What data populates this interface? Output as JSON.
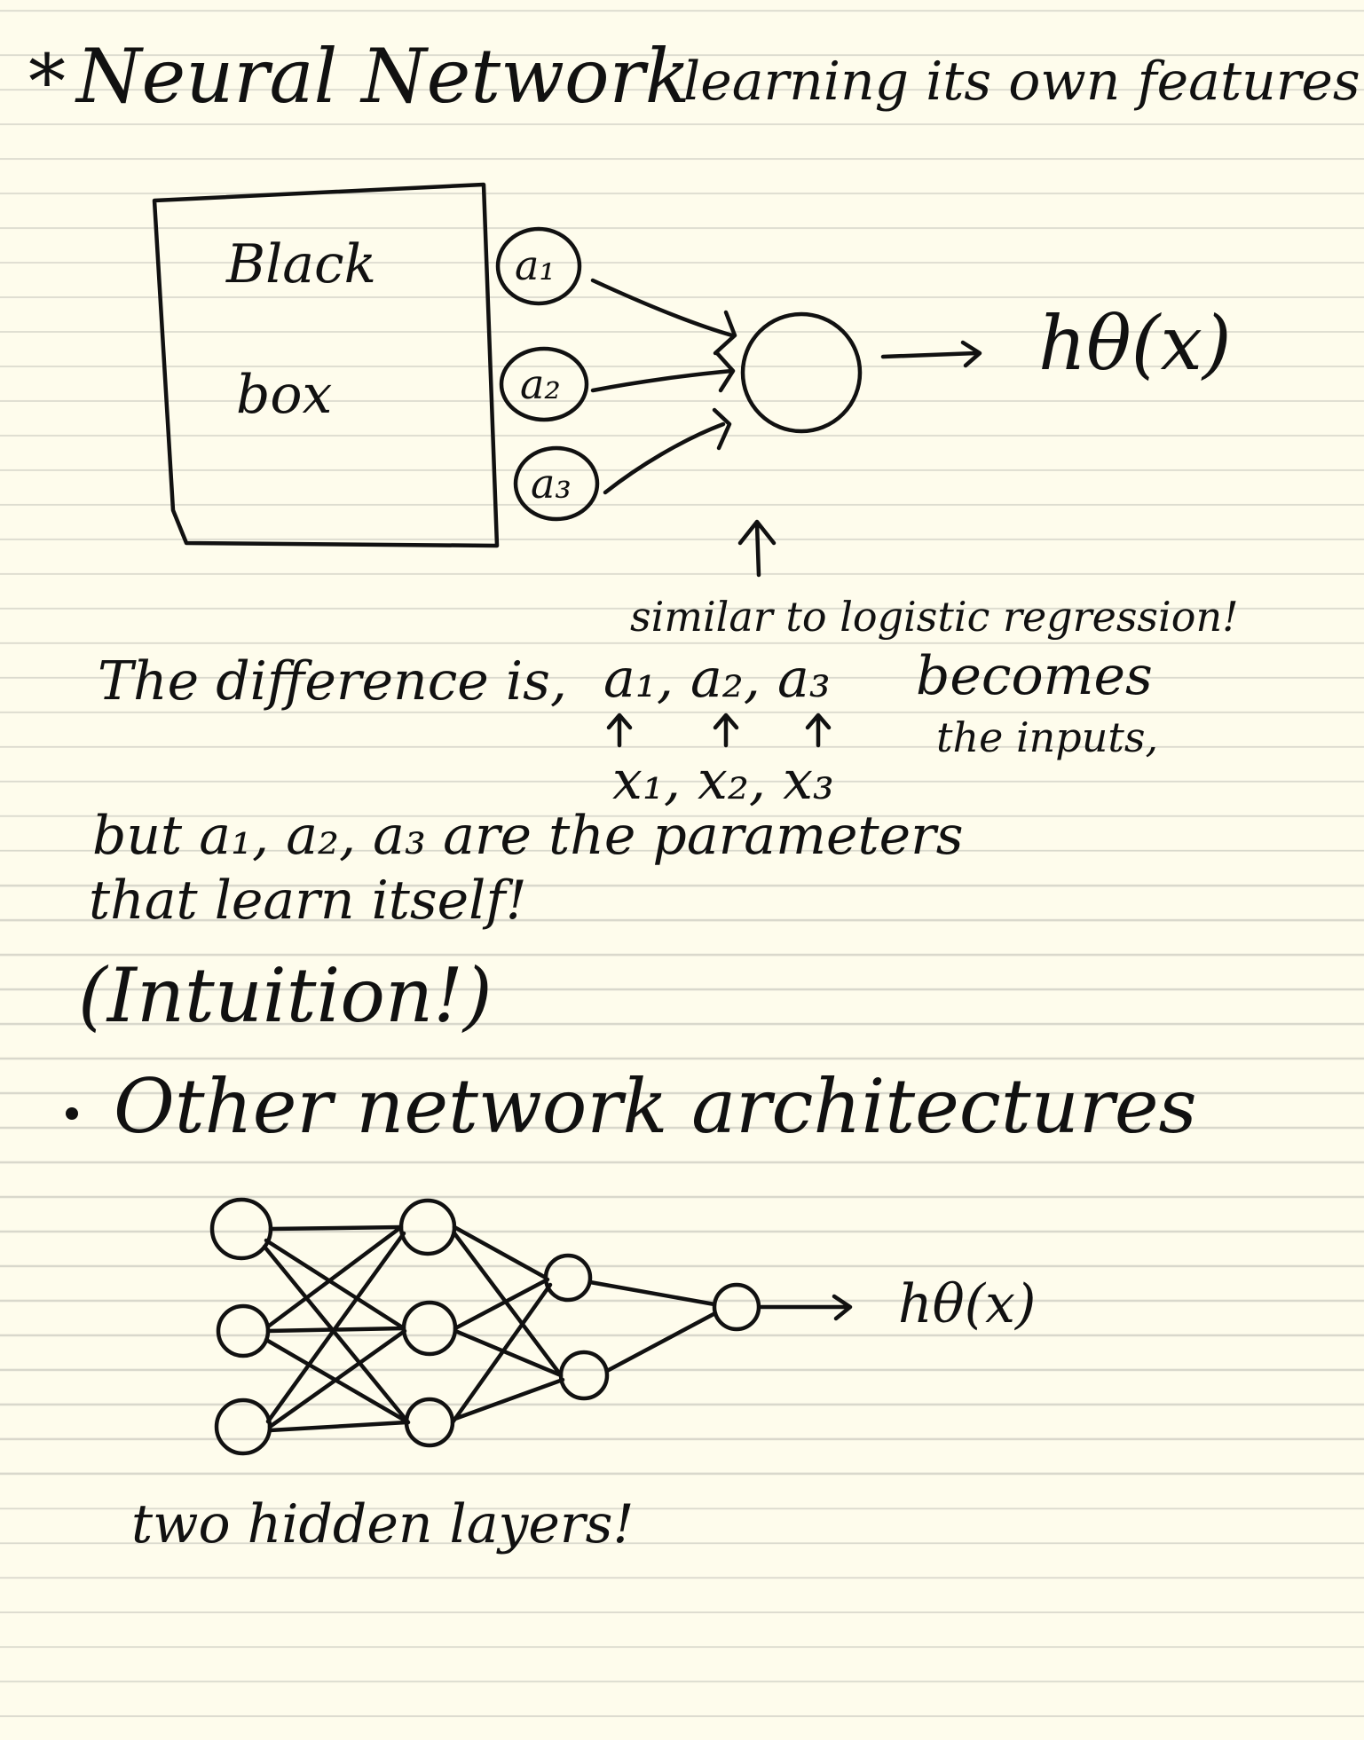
{
  "title": {
    "star": "*",
    "main": "Neural Network",
    "rest": "learning its own features"
  },
  "diagram1": {
    "box_line1": "Black",
    "box_line2": "box",
    "units": [
      "a₁",
      "a₂",
      "a₃"
    ],
    "output": "hθ(x)",
    "note": "similar to logistic regression!"
  },
  "text": {
    "difference_prefix": "The difference is,",
    "a_terms": "a₁, a₂, a₃",
    "becomes": "becomes",
    "the_inputs": "the inputs,",
    "x_terms": "x₁, x₂, x₃",
    "but_line": "but a₁, a₂, a₃ are the parameters",
    "that_line": "that learn itself!",
    "intuition": "(Intuition!)",
    "bullet": "Other network architectures"
  },
  "diagram2": {
    "output": "hθ(x)",
    "caption": "two hidden layers!"
  }
}
